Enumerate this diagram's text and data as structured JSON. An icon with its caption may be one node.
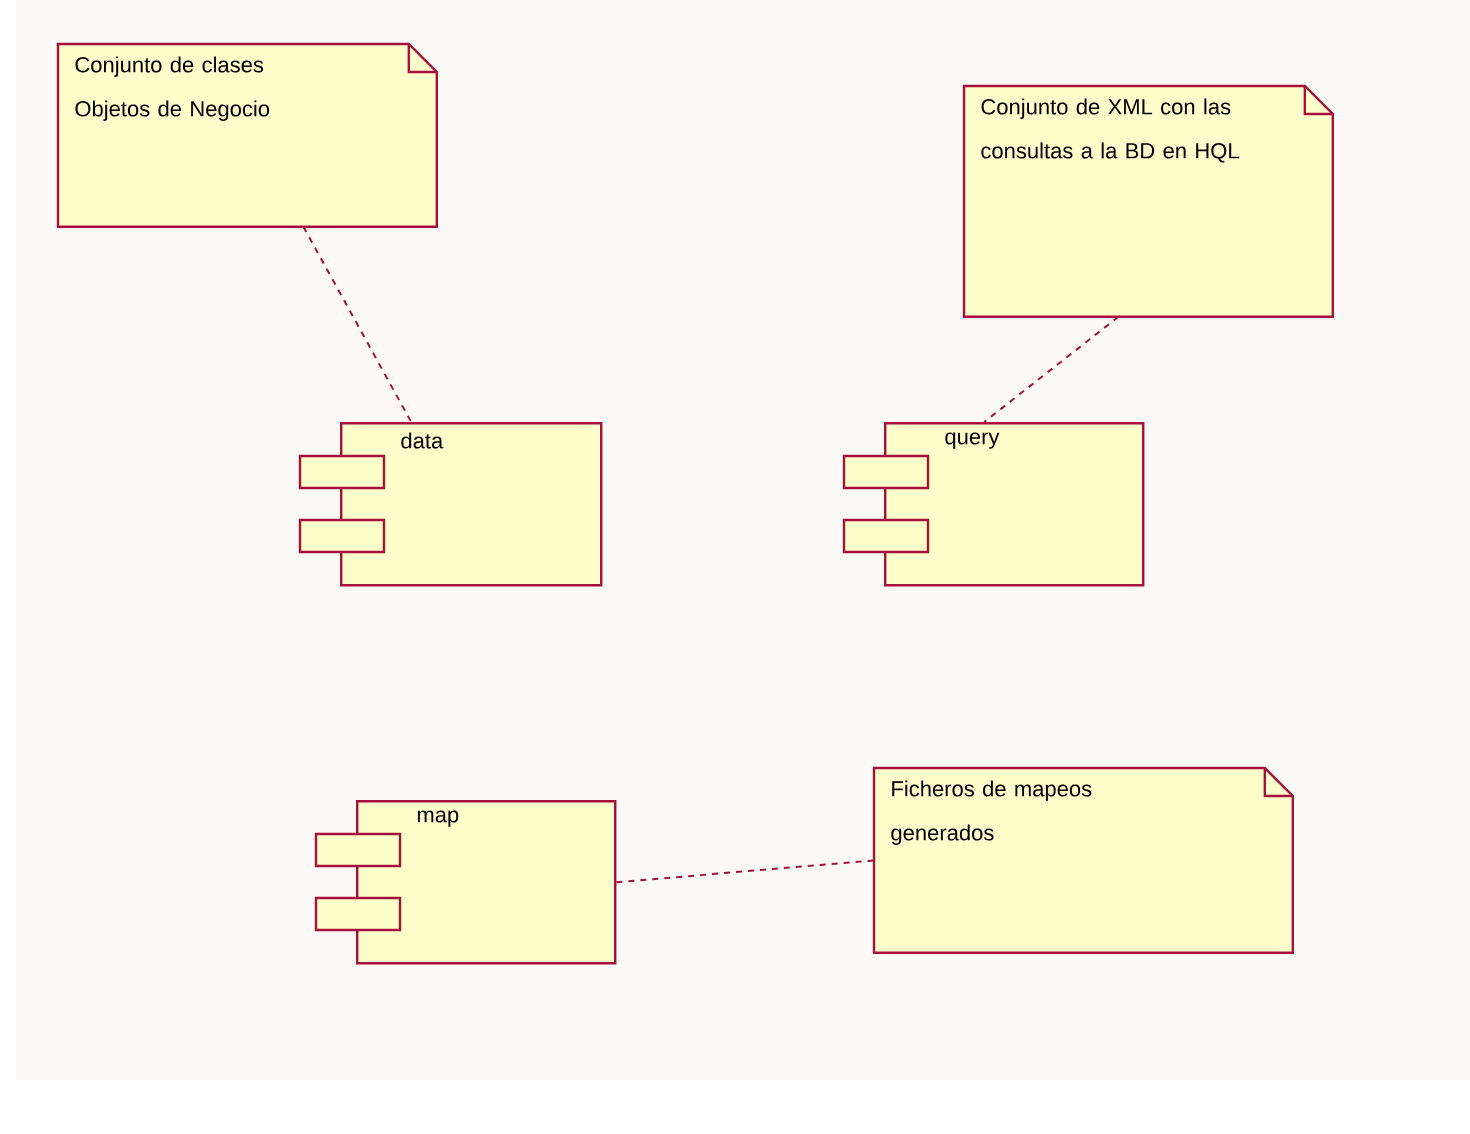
{
  "diagram": {
    "nodes": [
      {
        "text": [
          "Conjunto de clases Objetos de Negocio"
        ]
      },
      {
        "text": [
          "Conjunto de XML con las consultas a la BD en HQL"
        ]
      },
      {
        "text": [
          "data"
        ]
      },
      {
        "text": [
          "query"
        ]
      },
      {
        "text": [
          "map"
        ]
      },
      {
        "text": [
          "Ficheros de mapeos generados"
        ]
      }
    ],
    "edges": [
      {
        "from": 0,
        "to": 2,
        "arrow": "none"
      },
      {
        "from": 1,
        "to": 3,
        "arrow": "none"
      },
      {
        "from": 4,
        "to": 5,
        "arrow": "none"
      }
    ]
  }
}
